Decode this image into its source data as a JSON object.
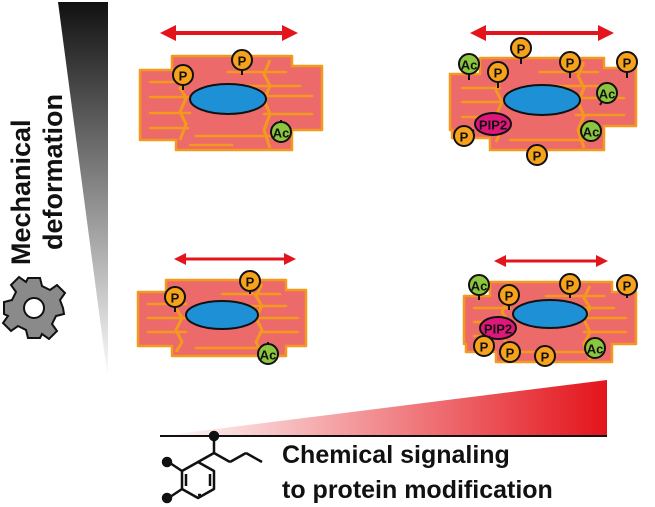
{
  "labels": {
    "mechanical_line1": "Mechanical",
    "mechanical_line2": "deformation",
    "chemical_line1": "Chemical signaling",
    "chemical_line2": "to protein modification"
  },
  "tags": {
    "phospho": "P",
    "acetyl": "Ac",
    "pip2": "PIP2"
  },
  "colors": {
    "cell_fill": "#ec6a6a",
    "cell_border": "#f39a1e",
    "nucleus": "#1e90d6",
    "arrow": "#e3141b",
    "phospho_fill": "#f7a21b",
    "acetyl_fill": "#8cc63f",
    "pip2_fill": "#e0177a",
    "gear": "#8a8a8a"
  },
  "icons": {
    "gear": "gear-icon",
    "molecule": "chemical-structure-icon"
  }
}
